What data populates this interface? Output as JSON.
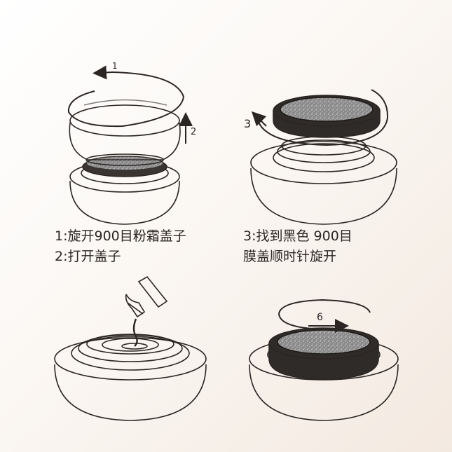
{
  "steps": {
    "s1_number": "1",
    "s2_number": "2",
    "s3_number": "3",
    "s6_number": "6"
  },
  "captions": {
    "left": [
      "1:旋开900目粉霜盖子",
      "2:打开盖子"
    ],
    "right": [
      "3:找到黑色 900目",
      "膜盖顺时针旋开"
    ]
  },
  "colors": {
    "ink": "#2b2624",
    "sponge": "#6e6e6e",
    "ring": "#3a3533",
    "background_light": "#ffffff",
    "background_warm": "#f3e9e0"
  }
}
